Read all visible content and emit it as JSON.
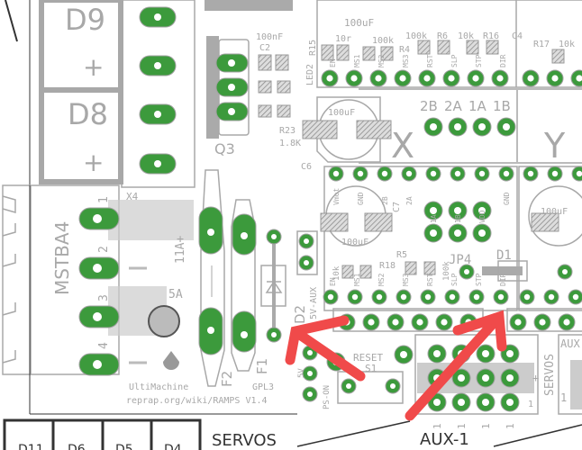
{
  "board": {
    "terminal_d9": {
      "label": "D9",
      "plus": "+"
    },
    "terminal_d8": {
      "label": "D8",
      "plus": "+"
    },
    "q3": "Q3",
    "c2": {
      "value": "100nF",
      "ref": "C2"
    },
    "r23": {
      "ref": "R23",
      "value": "1.8K"
    },
    "led2": "LED2",
    "r15": "R15",
    "c6": "C6",
    "c4": "C4",
    "c7": "C7",
    "x4": "X4",
    "mstba4": "MSTBA4",
    "pin_numbers": [
      "1",
      "2",
      "3",
      "4"
    ],
    "fuse_11a": "11A+",
    "fuse_5a": "5A",
    "f1": "F1",
    "f2": "F2",
    "d2": "D2",
    "d1": "D1",
    "jp4": "JP4",
    "r5": "R5",
    "r18": "R18",
    "cap_100uf": "100uF",
    "res_10r": "10r",
    "res_100k": "100k",
    "res_10k": "10k",
    "r4": "R4",
    "r6": "R6",
    "r16": "R16",
    "r17": "R17",
    "stepper_pins_top": [
      "EN",
      "MS1",
      "MS2",
      "MS3",
      "RST",
      "SLP",
      "STP",
      "DIR"
    ],
    "stepper_pins_bottom": [
      "Vmot",
      "GND",
      "2B",
      "2A",
      "1A",
      "1B",
      "VDD",
      "GND"
    ],
    "coil_labels": [
      "2B",
      "2A",
      "1A",
      "1B"
    ],
    "axis_x": "X",
    "axis_y": "Y",
    "aux_5v": "5V-AUX",
    "ps_on": "PS-ON",
    "ps_5v": "5V",
    "reset": {
      "label": "RESET",
      "ref": "S1"
    },
    "servos_vertical": "SERVOS",
    "servo_plus": "+",
    "servo_minus": "-",
    "servo_one": "1",
    "aux_label": "AUX",
    "aux_one": "1",
    "ultimachine": "UltiMachine",
    "url": "reprap.org/wiki/RAMPS V1.4",
    "gpl": "GPL3",
    "header_ones": [
      "1",
      "1",
      "1",
      "1"
    ]
  },
  "callouts": {
    "servos": "SERVOS",
    "aux1": "AUX-1",
    "pin_boxes": [
      "D11",
      "D6",
      "D5",
      "D4"
    ]
  },
  "colors": {
    "pad": "#3c9a3c",
    "silkscreen": "#a8a8a8",
    "annotation": "#f04a4a"
  }
}
